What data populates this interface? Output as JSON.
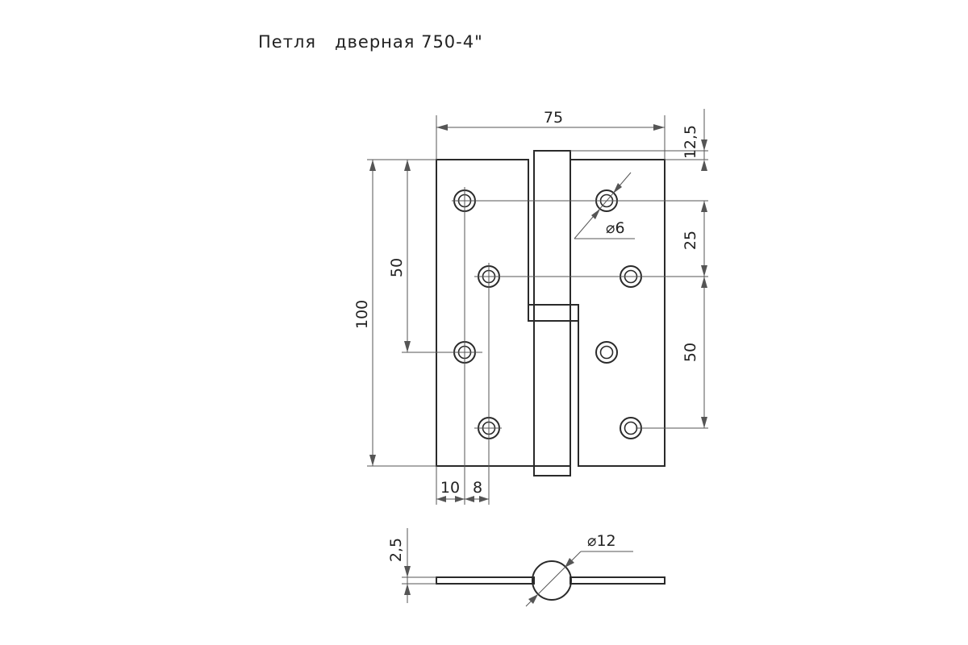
{
  "title": "Петля   дверная 750-4\"",
  "dimensions": {
    "width": "75",
    "top_offset": "12,5",
    "height": "100",
    "left_span": "50",
    "hole_diameter": "⌀6",
    "right_span_top": "25",
    "right_span_bottom": "50",
    "edge_offset": "10",
    "hole_step": "8",
    "thickness": "2,5",
    "knuckle_diameter": "⌀12"
  }
}
